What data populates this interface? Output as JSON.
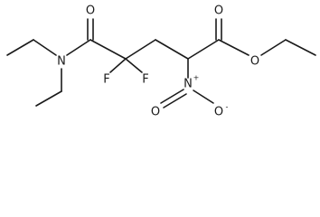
{
  "molecule": {
    "atoms": {
      "n_amide": "N",
      "o_amide": "O",
      "f_left": "F",
      "f_right": "F",
      "o_ester_carbonyl": "O",
      "o_ester_ether": "O",
      "n_nitro": "N",
      "n_nitro_charge": "+",
      "o_nitro_double": "O",
      "o_nitro_single": "O",
      "o_nitro_charge": "-"
    }
  }
}
